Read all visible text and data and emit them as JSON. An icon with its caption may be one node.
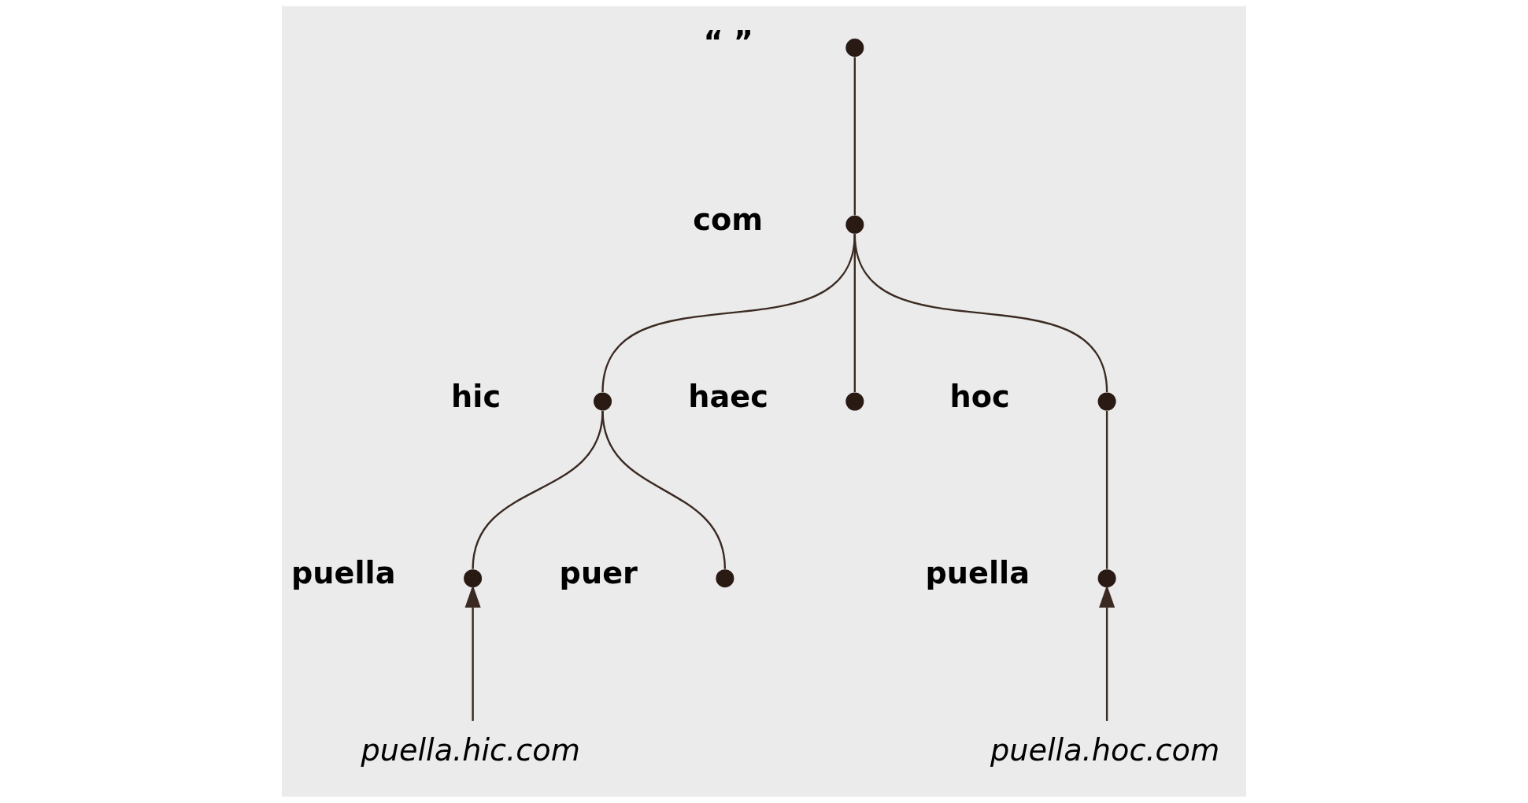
{
  "diagram": {
    "nodes": [
      {
        "text": [],
        "shape": "circle",
        "beside": [
          "“ ”"
        ]
      },
      {
        "text": [],
        "shape": "circle",
        "beside": [
          "com"
        ]
      },
      {
        "text": [],
        "shape": "circle",
        "beside": [
          "hic"
        ]
      },
      {
        "text": [],
        "shape": "circle",
        "beside": [
          "haec"
        ]
      },
      {
        "text": [],
        "shape": "circle",
        "beside": [
          "hoc"
        ]
      },
      {
        "text": [],
        "shape": "circle",
        "beside": [
          "puella"
        ]
      },
      {
        "text": [],
        "shape": "circle",
        "beside": [
          "puer"
        ]
      },
      {
        "text": [],
        "shape": "circle",
        "beside": [
          "puella"
        ]
      },
      {
        "text": [
          "puella.hic.com"
        ]
      },
      {
        "text": [
          "puella.hoc.com"
        ]
      }
    ],
    "edges": [
      {
        "from": 0,
        "to": 1,
        "arrow": "none"
      },
      {
        "from": 1,
        "to": 2,
        "arrow": "none"
      },
      {
        "from": 1,
        "to": 3,
        "arrow": "none"
      },
      {
        "from": 1,
        "to": 4,
        "arrow": "none"
      },
      {
        "from": 2,
        "to": 5,
        "arrow": "none"
      },
      {
        "from": 2,
        "to": 6,
        "arrow": "none"
      },
      {
        "from": 4,
        "to": 7,
        "arrow": "none"
      },
      {
        "from": 8,
        "to": 5,
        "arrow": "to"
      },
      {
        "from": 9,
        "to": 7,
        "arrow": "to"
      }
    ]
  }
}
